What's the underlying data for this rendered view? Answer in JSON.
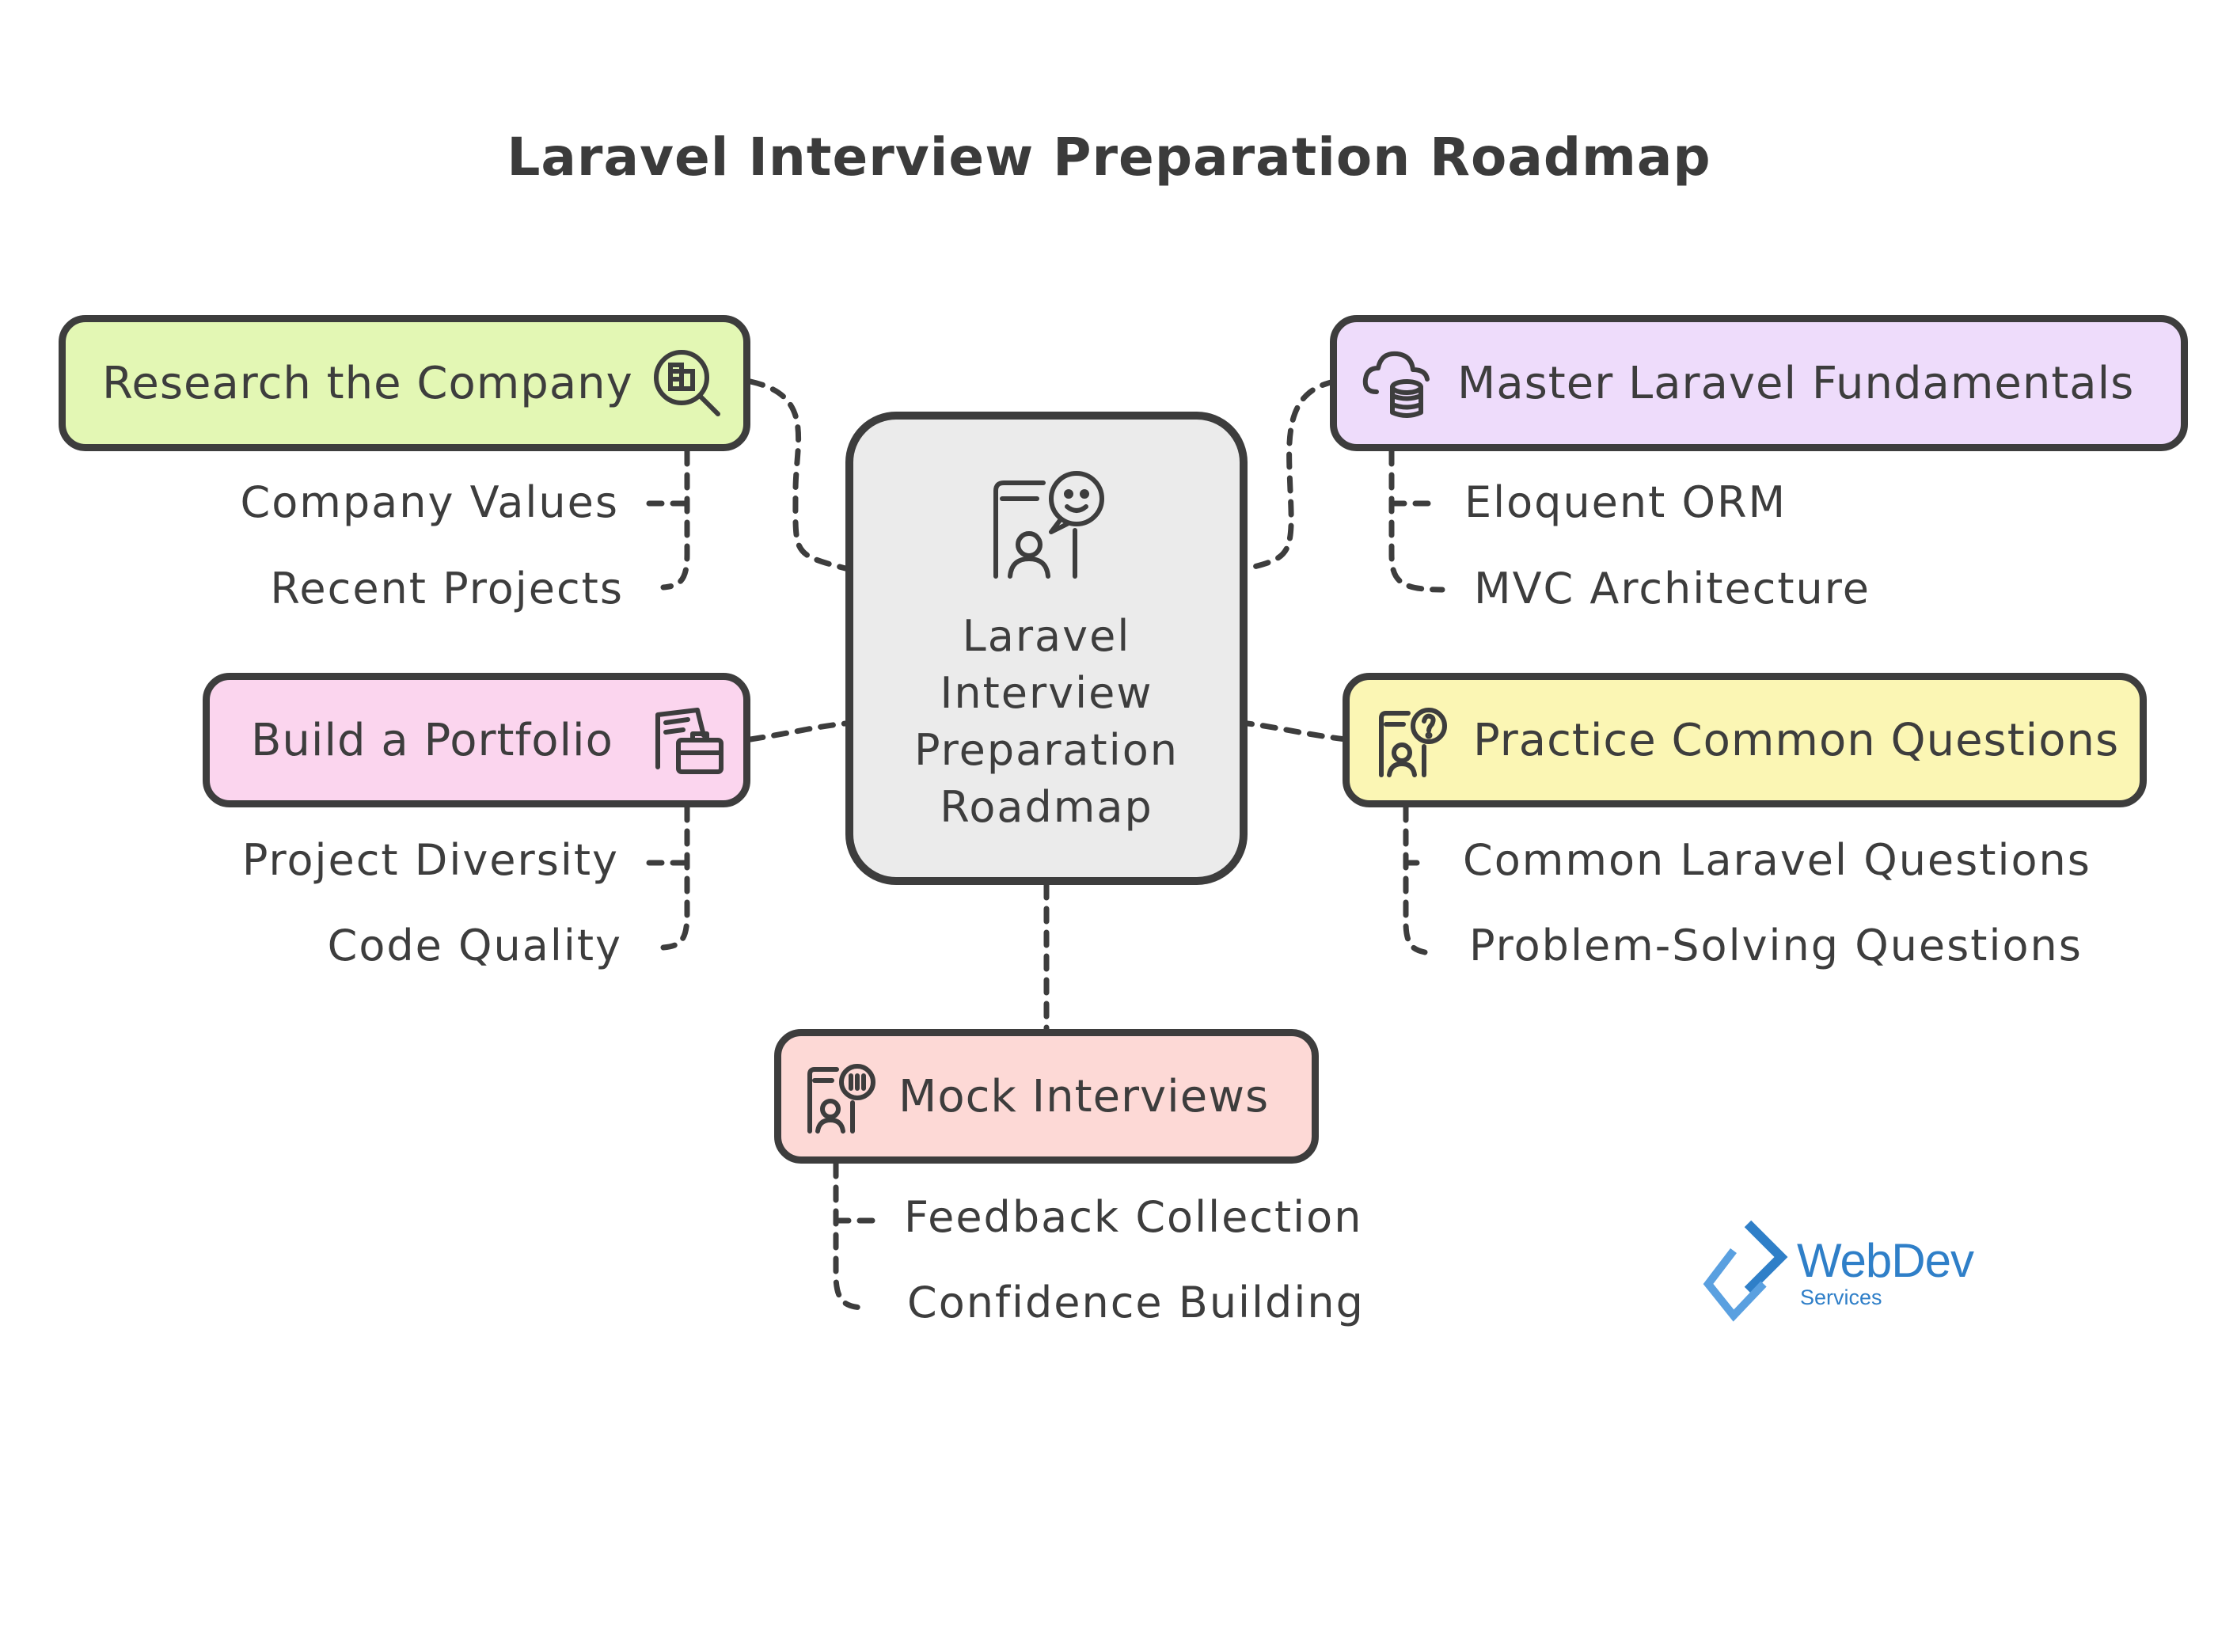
{
  "title": "Laravel Interview Preparation Roadmap",
  "center": {
    "lines": [
      "Laravel",
      "Interview",
      "Preparation",
      "Roadmap"
    ],
    "icon": "interview-person-icon",
    "fill": "#ebebeb"
  },
  "branches": [
    {
      "id": "research",
      "label": "Research the Company",
      "icon": "building-search-icon",
      "color": "#e3f7b4",
      "items": [
        "Company Values",
        "Recent Projects"
      ]
    },
    {
      "id": "portfolio",
      "label": "Build a Portfolio",
      "icon": "portfolio-briefcase-icon",
      "color": "#fbd5ee",
      "items": [
        "Project Diversity",
        "Code Quality"
      ]
    },
    {
      "id": "fundamentals",
      "label": "Master Laravel Fundamentals",
      "icon": "cloud-database-icon",
      "color": "#eedcfb",
      "items": [
        "Eloquent ORM",
        "MVC Architecture"
      ]
    },
    {
      "id": "questions",
      "label": "Practice Common Questions",
      "icon": "person-question-icon",
      "color": "#fbf6b4",
      "items": [
        "Common Laravel Questions",
        "Problem-Solving Questions"
      ]
    },
    {
      "id": "mock",
      "label": "Mock Interviews",
      "icon": "person-chat-icon",
      "color": "#fdd9d6",
      "items": [
        "Feedback Collection",
        "Confidence Building"
      ]
    }
  ],
  "logo": {
    "name": "WebDev",
    "tagline": "Services",
    "color": "#2f7fc8"
  }
}
